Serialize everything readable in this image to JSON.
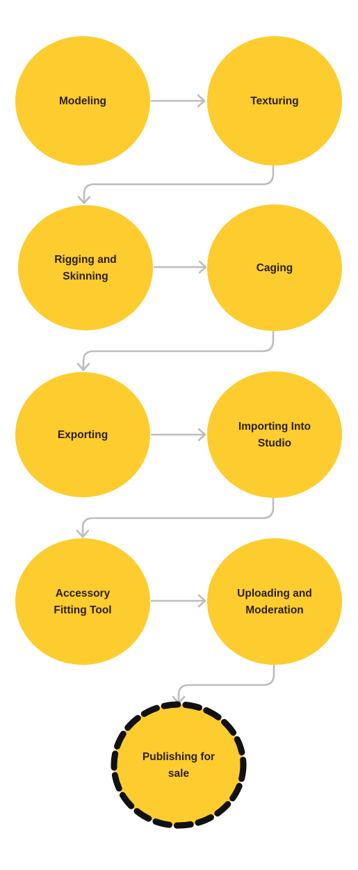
{
  "colors": {
    "node_fill": "#fdcc2e",
    "final_node_border": "#111111",
    "connector": "#bdbdbd",
    "label_text": "#2b2116",
    "background": "#ffffff"
  },
  "steps": [
    {
      "label": "Modeling",
      "lines": [
        "Modeling"
      ]
    },
    {
      "label": "Texturing",
      "lines": [
        "Texturing"
      ]
    },
    {
      "label": "Rigging and Skinning",
      "lines": [
        "Rigging and",
        "Skinning"
      ]
    },
    {
      "label": "Caging",
      "lines": [
        "Caging"
      ]
    },
    {
      "label": "Exporting",
      "lines": [
        "Exporting"
      ]
    },
    {
      "label": "Importing Into Studio",
      "lines": [
        "Importing Into",
        "Studio"
      ]
    },
    {
      "label": "Accessory Fitting Tool",
      "lines": [
        "Accessory",
        "Fitting Tool"
      ]
    },
    {
      "label": "Uploading and Moderation",
      "lines": [
        "Uploading and",
        "Moderation"
      ]
    },
    {
      "label": "Publishing for sale",
      "lines": [
        "Publishing for",
        "sale"
      ],
      "final": true
    }
  ]
}
